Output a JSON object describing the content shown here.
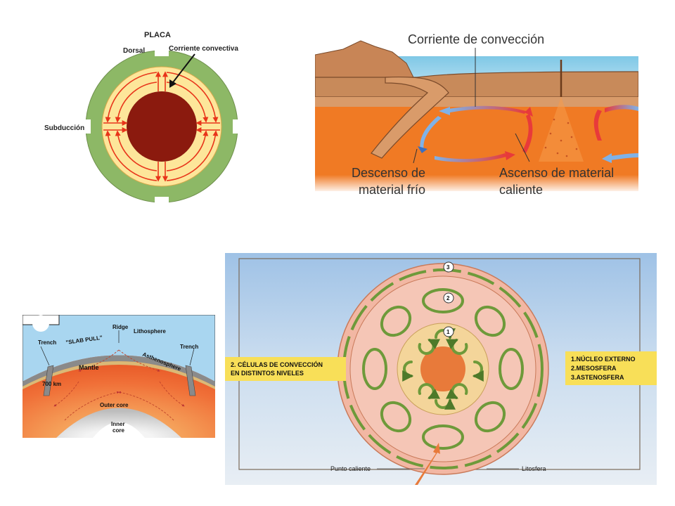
{
  "panel1": {
    "placa": "PLACA",
    "dorsal": "Dorsal",
    "corriente_convectiva": "Corriente convectiva",
    "subduccion": "Subducción"
  },
  "panel2": {
    "corriente_conveccion": "Corriente de convección",
    "descenso_line1": "Descenso de",
    "descenso_line2": "material frío",
    "ascenso_line1": "Ascenso de material",
    "ascenso_line2": "caliente"
  },
  "panel3": {
    "ridge": "Ridge",
    "slab_pull": "\"SLAB PULL\"",
    "lithosphere": "Lithosphere",
    "trench_left": "Trench",
    "trench_right": "Trench",
    "asthenosphere": "Asthenosphere",
    "mantle": "Mantle",
    "depth": "700 km",
    "outer_core_line1": "Outer core",
    "inner_core_line1": "Inner",
    "inner_core_line2": "core"
  },
  "panel4": {
    "title_line1": "2. CÉLULAS DE CONVECCIÓN",
    "title_line2": "EN DISTINTOS NIVELES",
    "legend_line1": "1.NÚCLEO EXTERNO",
    "legend_line2": "2.MESOSFERA",
    "legend_line3": "3.ASTENOSFERA",
    "marker1": "1",
    "marker2": "2",
    "marker3": "3",
    "punto_caliente": "Punto caliente",
    "litosfera": "Litosfera"
  }
}
